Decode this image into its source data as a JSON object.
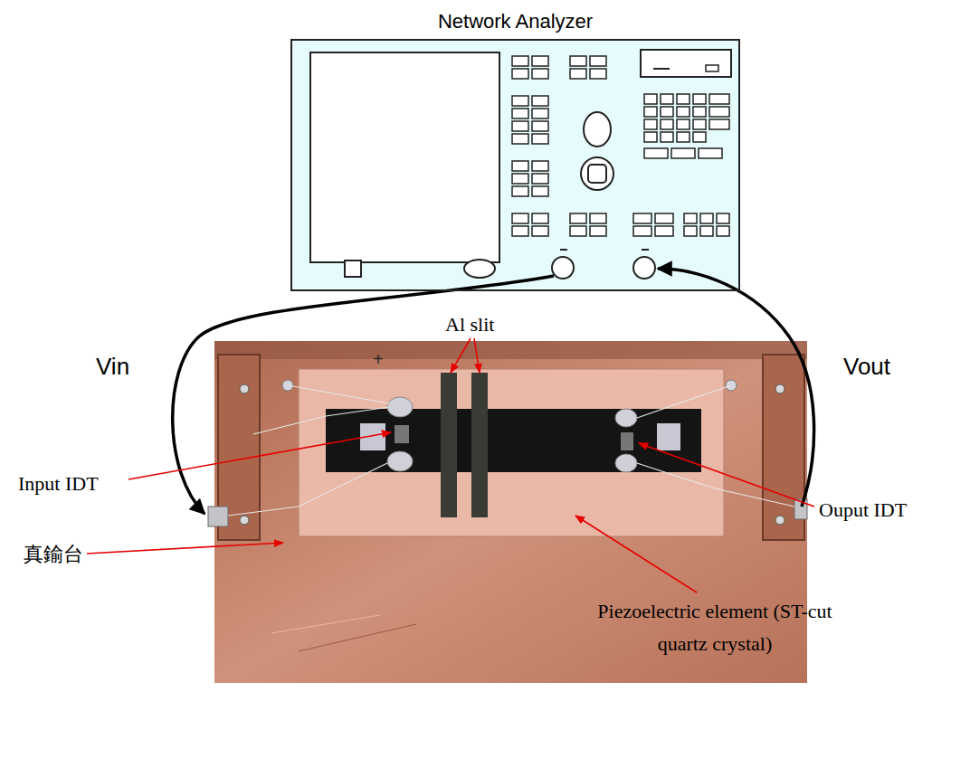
{
  "diagram": {
    "nodes": [
      {
        "text": [
          "Network Analyzer"
        ]
      }
    ],
    "labels": [
      "Al slit",
      "Vin",
      "Vout",
      "Input IDT",
      "Ouput IDT",
      "真鍮台",
      "Piezoelectric element (ST-cut quartz crystal)",
      "+"
    ]
  }
}
